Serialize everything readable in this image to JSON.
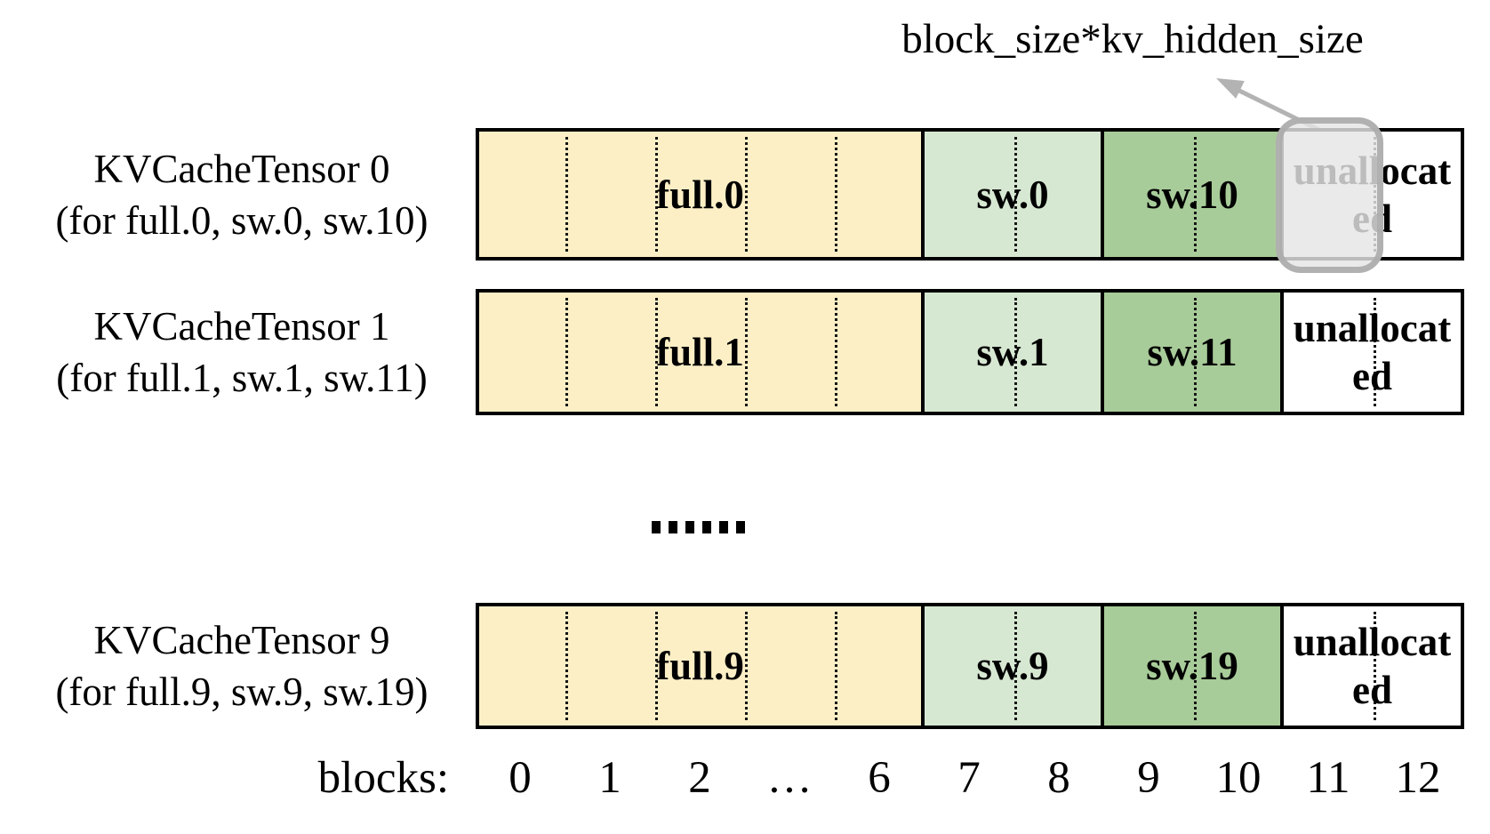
{
  "annotation": {
    "label": "block_size*kv_hidden_size"
  },
  "rows": [
    {
      "title": "KVCacheTensor 0",
      "subtitle": "(for full.0, sw.0, sw.10)",
      "segments": [
        {
          "label": "full.0"
        },
        {
          "label": "sw.0"
        },
        {
          "label": "sw.10"
        },
        {
          "label": "unallocated"
        }
      ]
    },
    {
      "title": "KVCacheTensor 1",
      "subtitle": "(for full.1, sw.1, sw.11)",
      "segments": [
        {
          "label": "full.1"
        },
        {
          "label": "sw.1"
        },
        {
          "label": "sw.11"
        },
        {
          "label": "unallocated"
        }
      ]
    },
    {
      "title": "KVCacheTensor 9",
      "subtitle": "(for full.9, sw.9, sw.19)",
      "segments": [
        {
          "label": "full.9"
        },
        {
          "label": "sw.9"
        },
        {
          "label": "sw.19"
        },
        {
          "label": "unallocated"
        }
      ]
    }
  ],
  "ellipsis": {
    "dots": 6
  },
  "axis": {
    "prefix": "blocks:",
    "labels": [
      "0",
      "1",
      "2",
      "…",
      "6",
      "7",
      "8",
      "9",
      "10",
      "11",
      "12"
    ]
  },
  "colors": {
    "full_block": "#fcefc6",
    "sw_block": "#d7e8d2",
    "sw10_block": "#a8cc99",
    "unallocated_block": "#ffffff",
    "bar_border": "#000000",
    "highlight_fill": "rgba(229,229,229,0.82)",
    "highlight_border": "rgba(171,171,171,0.9)",
    "arrow": "#b3b3b3",
    "text": "#000000"
  }
}
